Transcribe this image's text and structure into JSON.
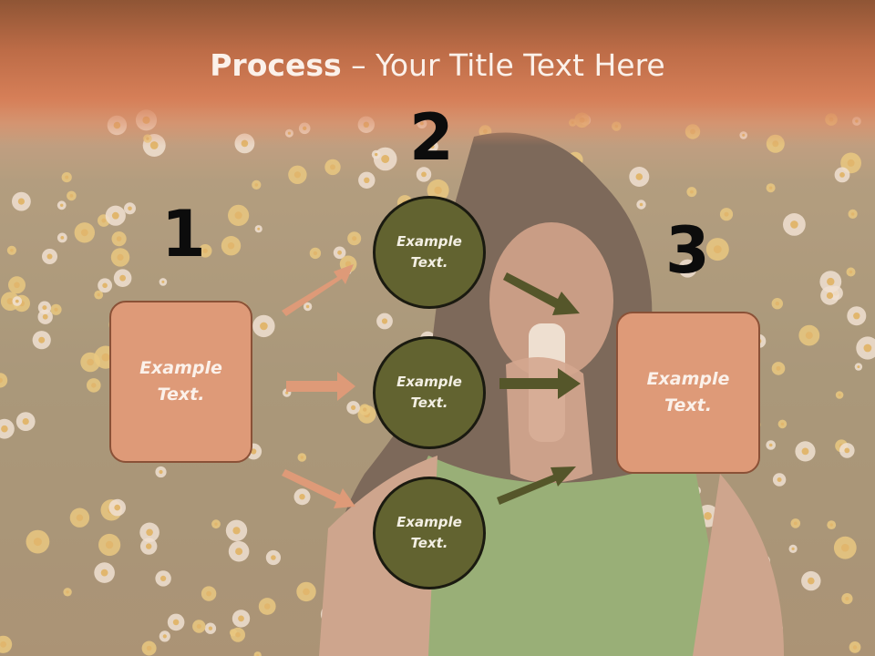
{
  "slide": {
    "title_bold": "Process",
    "title_rest": " – Your Title Text Here"
  },
  "steps": {
    "one": "1",
    "two": "2",
    "three": "3"
  },
  "left_box": {
    "text": "Example Text."
  },
  "circles": [
    {
      "text": "Example Text."
    },
    {
      "text": "Example Text."
    },
    {
      "text": "Example Text."
    }
  ],
  "right_box": {
    "text": "Example Text."
  },
  "colors": {
    "title_band": "#d67f58",
    "box_fill": "#de9a78",
    "box_border": "#8a5137",
    "circle_fill": "#626330",
    "salmon_arrow": "#de9a78",
    "olive_arrow": "#55562a"
  }
}
